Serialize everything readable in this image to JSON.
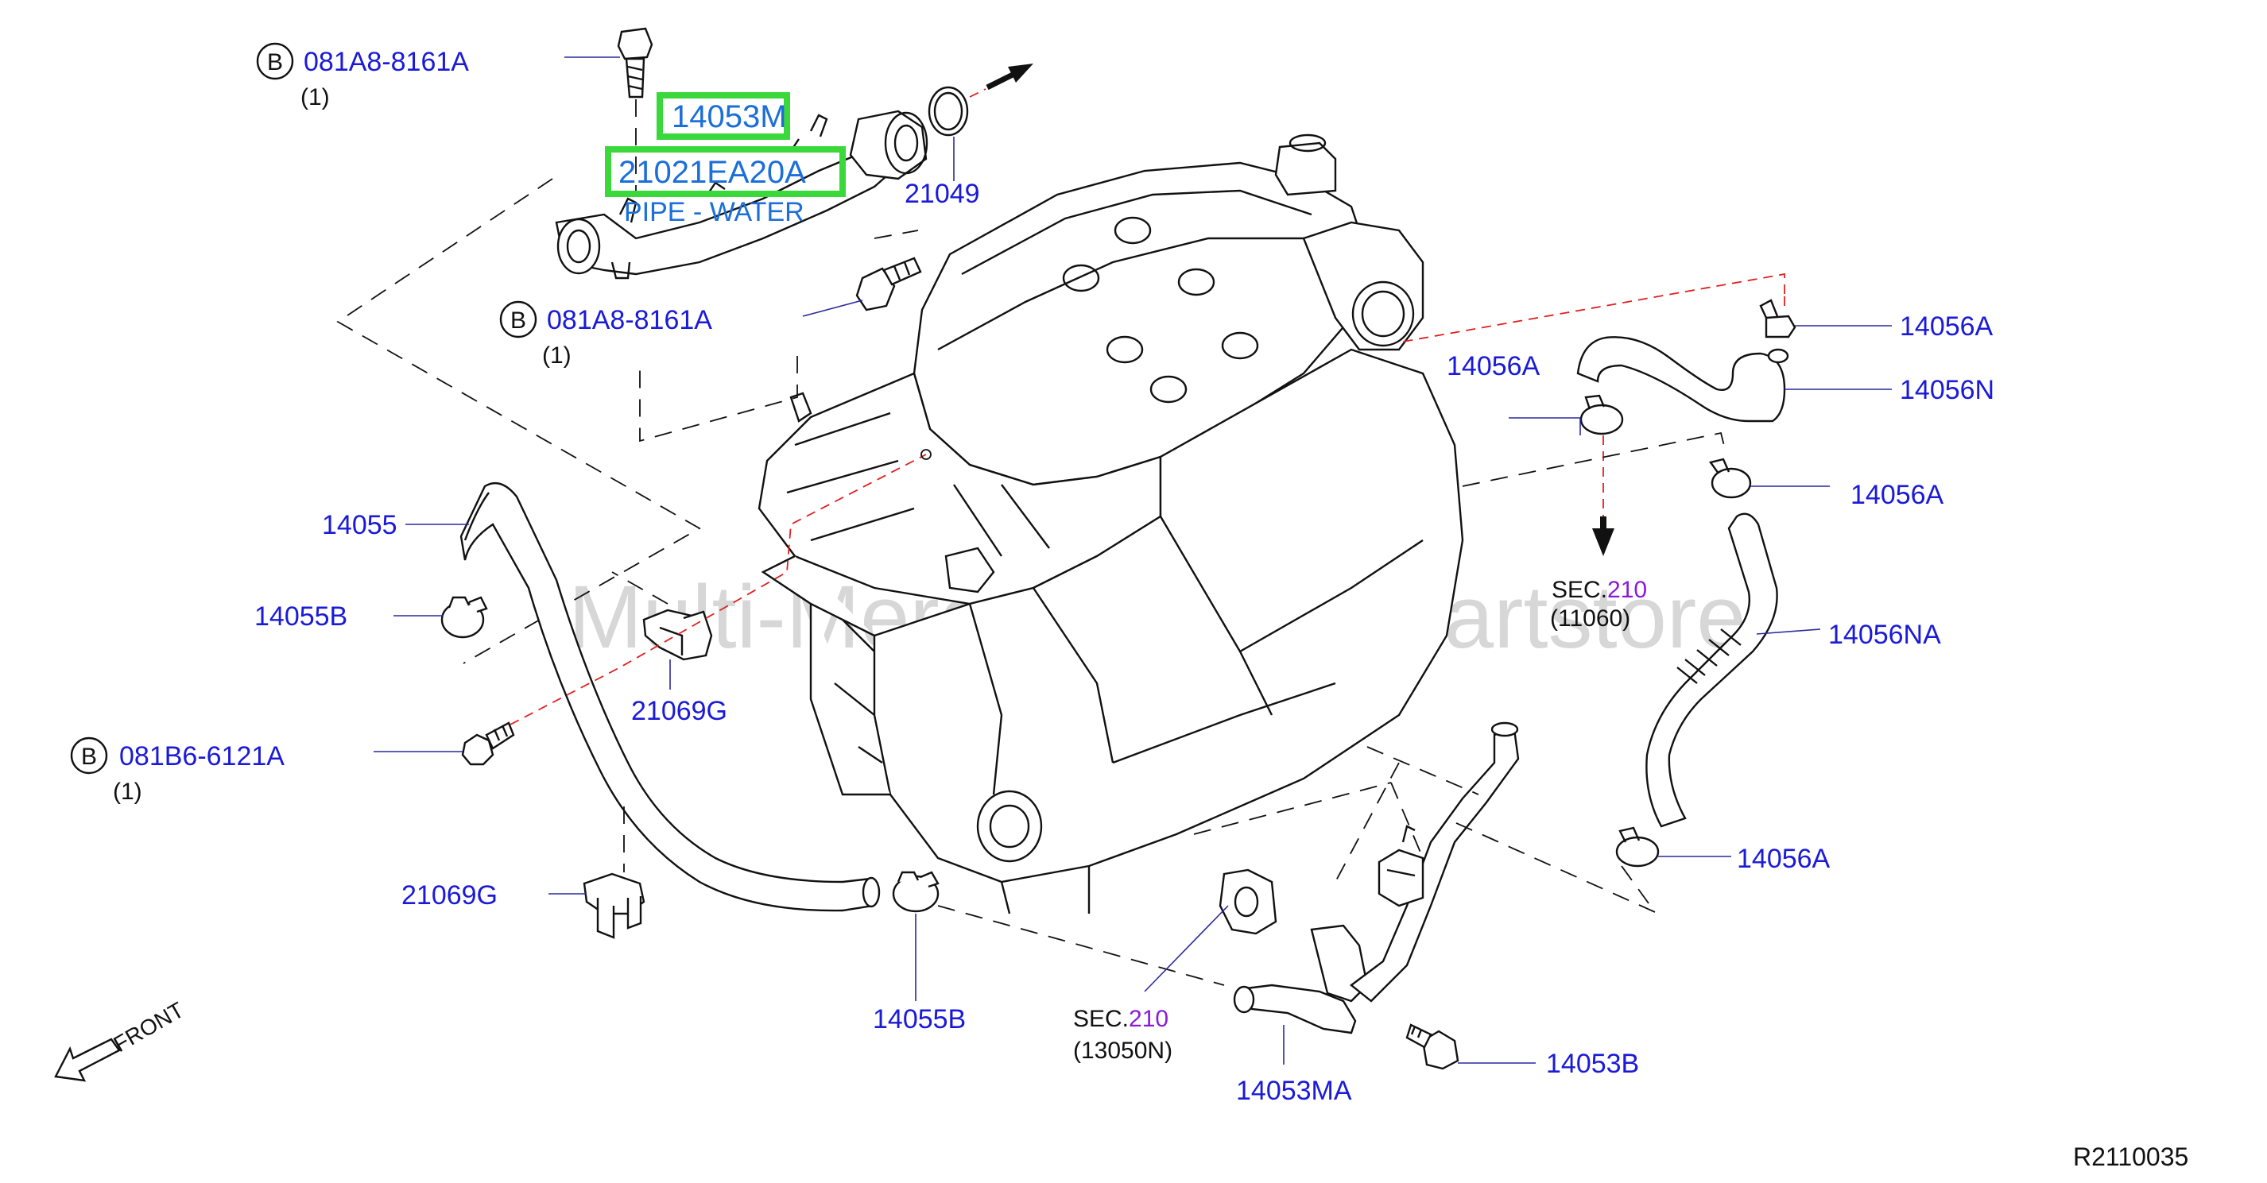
{
  "watermark": "Multi-Merchant Auto Partstore",
  "diagram_ref": "R2110035",
  "front_label": "FRONT",
  "bolt_marker": "B",
  "labels": {
    "bolt_top": "081A8-8161A",
    "bolt_top_qty": "(1)",
    "part_14053m": "14053M",
    "part_21021": "21021EA20A",
    "pipe_desc": "PIPE - WATER",
    "part_21049": "21049",
    "bolt_mid": "081A8-8161A",
    "bolt_mid_qty": "(1)",
    "part_14055": "14055",
    "part_14055b_l": "14055B",
    "part_21069g_u": "21069G",
    "bolt_low": "081B6-6121A",
    "bolt_low_qty": "(1)",
    "part_21069g_l": "21069G",
    "part_14055b_b": "14055B",
    "sec_low_prefix": "SEC.",
    "sec_low_num": "210",
    "sec_low_code": "(13050N)",
    "part_14053ma": "14053MA",
    "part_14053b": "14053B",
    "part_14056a_1": "14056A",
    "part_14056a_2": "14056A",
    "part_14056n": "14056N",
    "part_14056a_3": "14056A",
    "sec_right_prefix": "SEC.",
    "sec_right_num": "210",
    "sec_right_code": "(11060)",
    "part_14056na": "14056NA",
    "part_14056a_4": "14056A"
  },
  "highlighted_parts": [
    "14053M",
    "21021EA20A"
  ],
  "colors": {
    "part_number": "#1a1ad8",
    "highlight": "#3ad83a",
    "section_number": "#8a1ad8",
    "hose_dash": "#e02020"
  }
}
